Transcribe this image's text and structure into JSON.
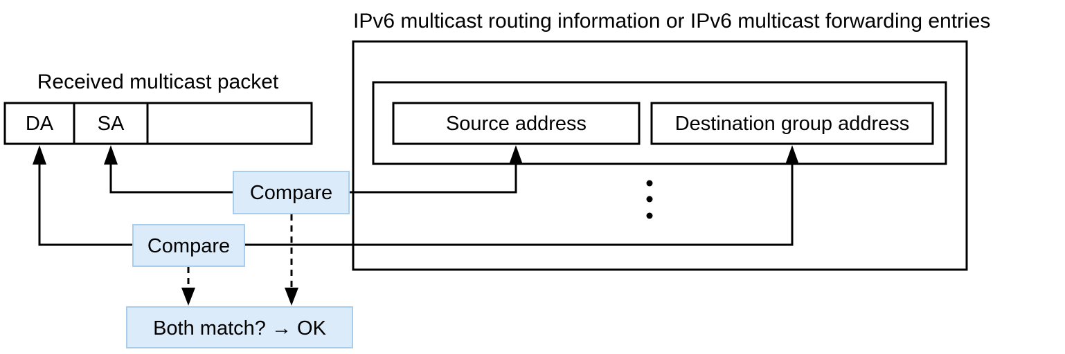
{
  "table": {
    "title": "IPv6 multicast routing information or IPv6 multicast forwarding entries",
    "source_field": "Source address",
    "group_field": "Destination group address",
    "more_entries": "⋮"
  },
  "packet": {
    "title": "Received multicast packet",
    "da": "DA",
    "sa": "SA",
    "payload": ""
  },
  "compare": {
    "source_label": "Compare",
    "group_label": "Compare"
  },
  "result": {
    "label": "Both match? → OK"
  }
}
